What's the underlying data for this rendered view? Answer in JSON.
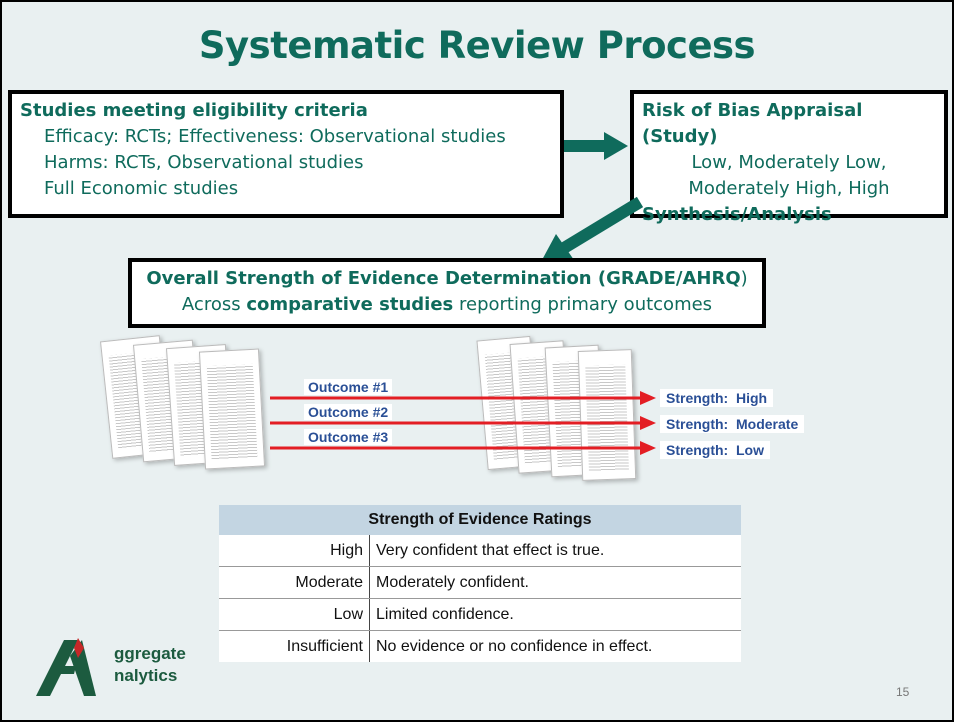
{
  "slide": {
    "title": "Systematic Review Process",
    "page_number": "15",
    "eligibility": {
      "heading": "Studies meeting eligibility criteria",
      "lines": [
        "Efficacy: RCTs; Effectiveness: Observational studies",
        "Harms: RCTs, Observational studies",
        "Full Economic studies"
      ]
    },
    "risk_of_bias": {
      "heading": "Risk of Bias Appraisal (Study)",
      "lines": [
        "Low, Moderately Low,",
        "Moderately High, High"
      ],
      "synthesis": "Synthesis/Analysis"
    },
    "grade": {
      "heading": "Overall Strength of Evidence Determination (GRADE/AHRQ",
      "heading_close": ")",
      "line_pre": "Across ",
      "line_bold": "comparative studies",
      "line_post": " reporting primary outcomes"
    },
    "outcomes": [
      "Outcome #1",
      "Outcome #2",
      "Outcome #3"
    ],
    "strengths": [
      "Strength:  High",
      "Strength:  Moderate",
      "Strength:  Low"
    ],
    "ratings_table": {
      "title": "Strength of Evidence Ratings",
      "rows": [
        {
          "level": "High",
          "desc": "Very confident that effect is true."
        },
        {
          "level": "Moderate",
          "desc": "Moderately confident."
        },
        {
          "level": "Low",
          "desc": "Limited confidence."
        },
        {
          "level": "Insufficient",
          "desc": "No evidence or no confidence in effect."
        }
      ]
    },
    "logo": {
      "line1": "ggregate",
      "line2": "nalytics"
    },
    "colors": {
      "accent": "#0f6b5c",
      "arrow_red": "#e31e24",
      "label_blue": "#2a4f96",
      "table_header": "#c3d5e2"
    }
  }
}
